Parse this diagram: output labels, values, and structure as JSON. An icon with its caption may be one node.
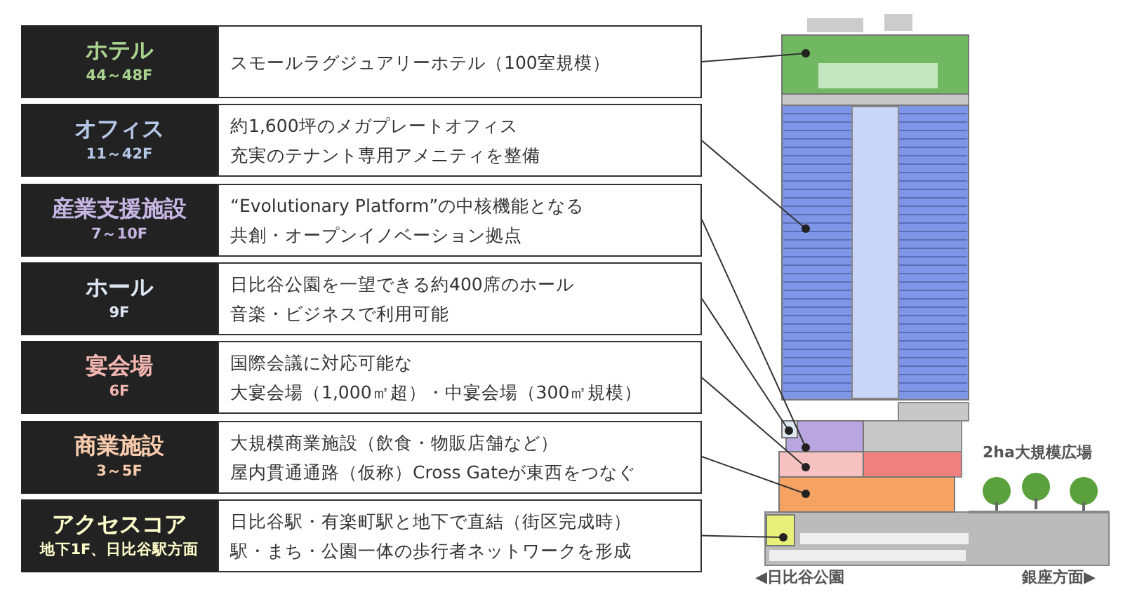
{
  "diagram": {
    "nodes": [
      {
        "text": [
          "ホテル",
          "44～48F"
        ]
      },
      {
        "text": [
          "スモールラグジュアリーホテル（100室規模）"
        ]
      },
      {
        "text": [
          "オフィス",
          "11～42F"
        ]
      },
      {
        "text": [
          "約1,600坪のメガプレートオフィス",
          "充実のテナント専用アメニティを整備"
        ]
      },
      {
        "text": [
          "産業支援施設",
          "7～10F"
        ]
      },
      {
        "text": [
          "“Evolutionary Platform”の中核機能となる",
          "共創・オープンイノベーション拠点"
        ]
      },
      {
        "text": [
          "ホール",
          "9F"
        ]
      },
      {
        "text": [
          "日比谷公園を一望できる約400席のホール",
          "音楽・ビジネスで利用可能"
        ]
      },
      {
        "text": [
          "宴会場",
          "6F"
        ]
      },
      {
        "text": [
          "国際会議に対応可能な",
          "大宴会場（1,000㎡超）・中宴会場（300㎡規模）"
        ]
      },
      {
        "text": [
          "商業施設",
          "3～5F"
        ]
      },
      {
        "text": [
          "大規模商業施設（飲食・物販店舗など）",
          "屋内貫通通路（仮称）Cross Gateが東西をつなぐ"
        ]
      },
      {
        "text": [
          "アクセスコア",
          "地下1F、日比谷駅方面"
        ]
      },
      {
        "text": [
          "日比谷駅・有楽町駅と地下で直結（街区完成時）",
          "駅・まち・公園一体の歩行者ネットワークを形成"
        ]
      },
      {
        "text": [],
        "shape": "box"
      },
      {
        "text": [],
        "shape": "box"
      },
      {
        "text": [],
        "shape": "box"
      },
      {
        "text": [],
        "shape": "box"
      },
      {
        "text": [],
        "shape": "box"
      },
      {
        "text": [],
        "shape": "box"
      },
      {
        "text": [],
        "shape": "box"
      }
    ],
    "edges": [
      {
        "from": 1,
        "to": 14,
        "arrow": "other"
      },
      {
        "from": 3,
        "to": 15,
        "arrow": "other"
      },
      {
        "from": 5,
        "to": 16,
        "arrow": "other"
      },
      {
        "from": 7,
        "to": 17,
        "arrow": "other"
      },
      {
        "from": 9,
        "to": 18,
        "arrow": "other"
      },
      {
        "from": 11,
        "to": 19,
        "arrow": "other"
      },
      {
        "from": 13,
        "to": 20,
        "arrow": "other"
      }
    ],
    "labels": [
      "2ha大規模広場",
      "◀日比谷公園",
      "銀座方面▶"
    ]
  }
}
